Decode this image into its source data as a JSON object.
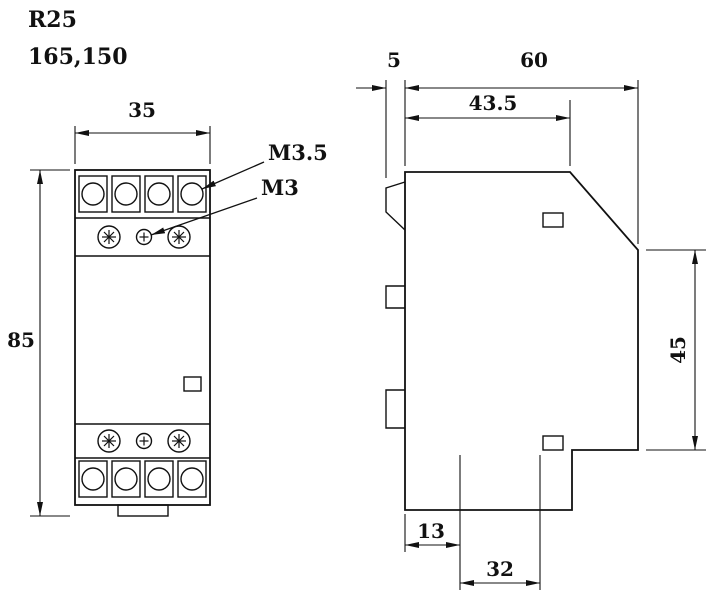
{
  "drawing": {
    "title": "R25",
    "subtitle": "165,150",
    "front": {
      "width": "35",
      "height": "85",
      "terminal_screw_label": "M3.5",
      "center_screw_label": "M3"
    },
    "side": {
      "clip_depth": "5",
      "total_depth": "60",
      "body_depth": "43.5",
      "front_height": "45",
      "rail_offset": "13",
      "rail_recess_width": "32"
    }
  }
}
